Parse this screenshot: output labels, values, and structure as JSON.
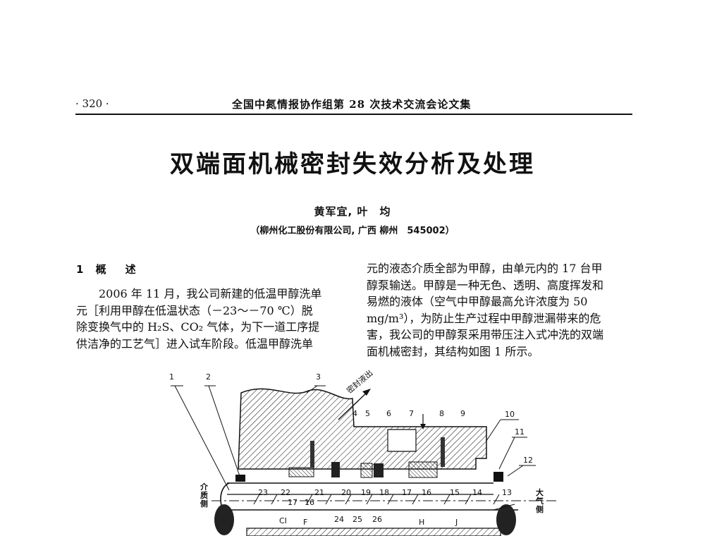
{
  "header": {
    "page_number": "· 320 ·",
    "journal": "全国中氮情报协作组第 28 次技术交流会论文集"
  },
  "title": "双端面机械密封失效分析及处理",
  "authors": "黄军宜, 叶　均",
  "affiliation": "（柳州化工股份有限公司, 广西 柳州　545002）",
  "section": {
    "number": "1",
    "heading": "概　述"
  },
  "left_column_lines": [
    "2006 年 11 月，我公司新建的低温甲醇洗单",
    "元［利用甲醇在低温状态（－23～－70 ℃）脱",
    "除变换气中的 H₂S、CO₂ 气体，为下一道工序提",
    "供洁净的工艺气］进入试车阶段。低温甲醇洗单"
  ],
  "right_column_lines": [
    "元的液态介质全部为甲醇，由单元内的 17 台甲",
    "醇泵输送。甲醇是一种无色、透明、高度挥发和",
    "易燃的液体（空气中甲醇最高允许浓度为 50",
    "mg/m³），为防止生产过程中甲醇泄漏带来的危",
    "害，我公司的甲醇泵采用带压注入式冲洗的双端",
    "面机械密封，其结构如图 1 所示。"
  ],
  "figure": {
    "outlet_label": "密封液出",
    "left_side_label": "介质侧",
    "right_side_label": "大气侧",
    "part_labels": [
      "1",
      "2",
      "3",
      "4",
      "5",
      "6",
      "7",
      "8",
      "9",
      "10",
      "11",
      "12",
      "13",
      "14",
      "15",
      "16",
      "17",
      "18",
      "19",
      "20",
      "21",
      "22",
      "23",
      "16",
      "17",
      "24",
      "25",
      "26"
    ],
    "letter_labels": [
      "CI",
      "F",
      "H",
      "J"
    ]
  }
}
